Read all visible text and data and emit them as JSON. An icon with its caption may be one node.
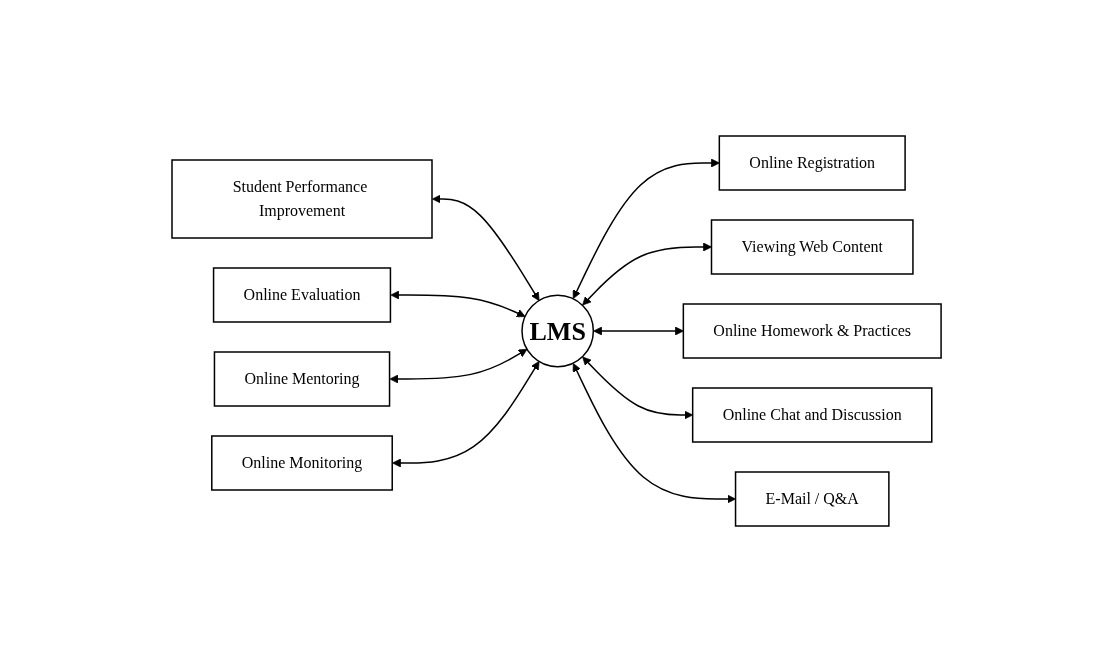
{
  "diagram": {
    "nodes": [
      {
        "text": [
          "Online Registration"
        ]
      },
      {
        "text": [
          "Student Performance Improvement"
        ]
      },
      {
        "text": [
          "Viewing Web Content"
        ]
      },
      {
        "text": [
          "LMS"
        ]
      },
      {
        "text": [
          "Online Evaluation"
        ]
      },
      {
        "text": [
          "Online Homework & Practices"
        ]
      },
      {
        "text": [
          "Online Mentoring"
        ]
      },
      {
        "text": [
          "Online Chat and Discussion"
        ]
      },
      {
        "text": [
          "Online Monitoring"
        ]
      },
      {
        "text": [
          "E-Mail / Q&A"
        ]
      }
    ],
    "edges": [
      {
        "from": 3,
        "to": 0,
        "arrow": "both"
      },
      {
        "from": 1,
        "to": 3,
        "arrow": "both"
      },
      {
        "from": 3,
        "to": 2,
        "arrow": "both"
      },
      {
        "from": 4,
        "to": 3,
        "arrow": "both"
      },
      {
        "from": 3,
        "to": 5,
        "arrow": "both"
      },
      {
        "from": 6,
        "to": 3,
        "arrow": "both"
      },
      {
        "from": 3,
        "to": 7,
        "arrow": "both"
      },
      {
        "from": 8,
        "to": 3,
        "arrow": "both"
      },
      {
        "from": 3,
        "to": 9,
        "arrow": "both"
      }
    ]
  }
}
